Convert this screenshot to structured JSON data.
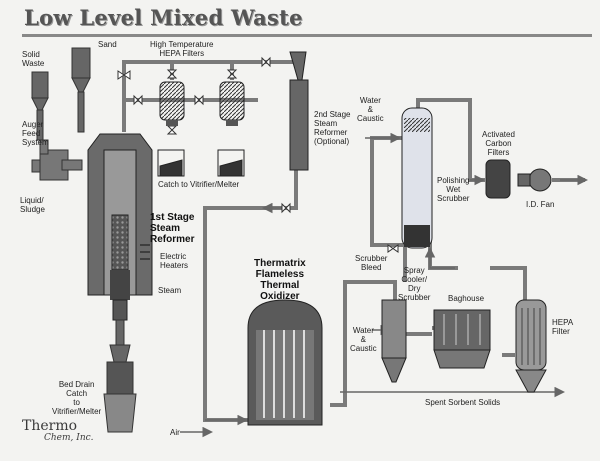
{
  "title": "Low Level Mixed Waste",
  "labels": {
    "sand": "Sand",
    "solid_waste": "Solid\nWaste",
    "auger_feed": "Auger\nFeed\nSystem",
    "liquid_sludge": "Liquid/\nSludge",
    "first_stage": "1st Stage\nSteam\nReformer",
    "electric_heaters": "Electric\nHeaters",
    "steam": "Steam",
    "bed_drain": "Bed Drain\nCatch\nto\nVitrifier/Melter",
    "air": "Air",
    "hepa_filters_top": "High Temperature\nHEPA Filters",
    "catch_vitrifier": "Catch to Vitrifier/Melter",
    "second_stage": "2nd Stage\nSteam\nReformer\n(Optional)",
    "thermatrix": "Thermatrix\nFlameless\nThermal\nOxidizer",
    "water_caustic_top": "Water\n&\nCaustic",
    "polishing_scrubber": "Polishing\nWet\nScrubber",
    "activated_carbon": "Activated\nCarbon\nFilters",
    "id_fan": "I.D. Fan",
    "scrubber_bleed": "Scrubber\nBleed",
    "spray_cooler": "Spray\nCooler/\nDry\nScrubber",
    "baghouse": "Baghouse",
    "hepa_filter": "HEPA\nFilter",
    "water_caustic_bottom": "Water\n&\nCaustic",
    "spent_sorbent": "Spent Sorbent Solids"
  },
  "logo": {
    "main": "Thermo",
    "sub": "Chem, Inc."
  },
  "colors": {
    "line": "#7a7a7a",
    "equipment": "#4a4a4a",
    "dark": "#222222",
    "background": "#f3f3f1"
  }
}
